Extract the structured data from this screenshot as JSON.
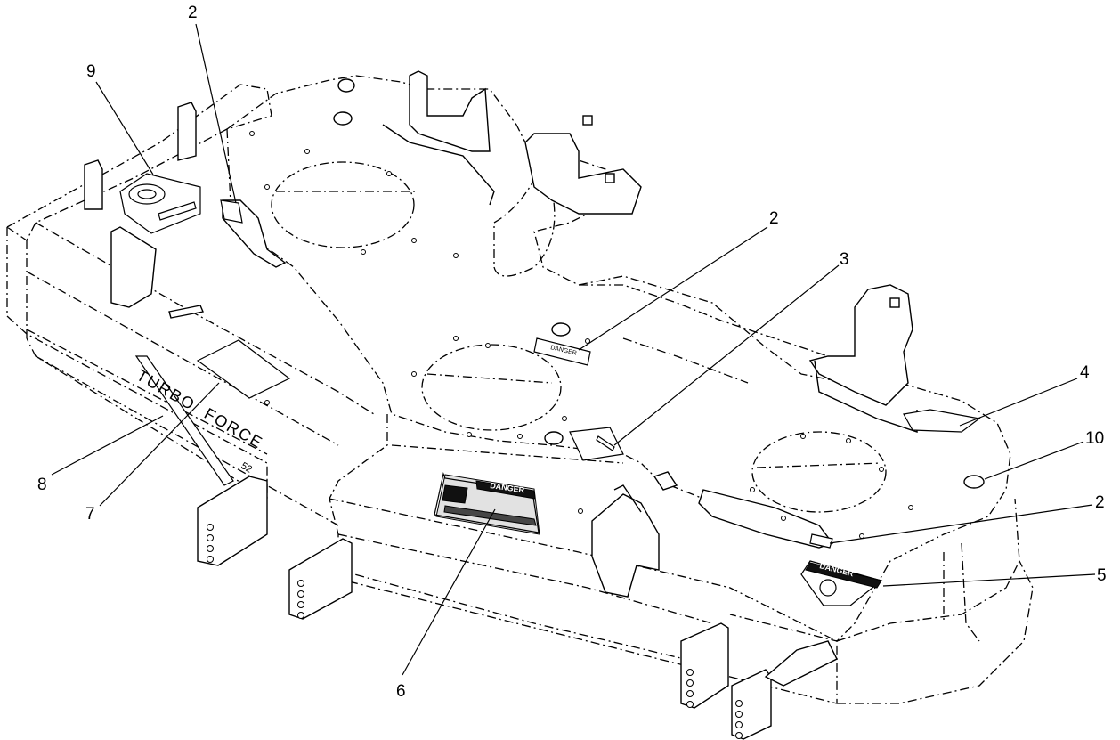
{
  "diagram": {
    "callouts": [
      {
        "id": "c2a",
        "label": "2"
      },
      {
        "id": "c9",
        "label": "9"
      },
      {
        "id": "c2b",
        "label": "2"
      },
      {
        "id": "c3",
        "label": "3"
      },
      {
        "id": "c4",
        "label": "4"
      },
      {
        "id": "c10",
        "label": "10"
      },
      {
        "id": "c2c",
        "label": "2"
      },
      {
        "id": "c5",
        "label": "5"
      },
      {
        "id": "c6",
        "label": "6"
      },
      {
        "id": "c7",
        "label": "7"
      },
      {
        "id": "c8",
        "label": "8"
      }
    ],
    "decals": {
      "deck_brand_line1": "TURBO",
      "deck_brand_line2": "FORCE",
      "deck_size": "52",
      "danger_small": "DANGER",
      "danger_main": "DANGER",
      "danger_side": "DANGER"
    }
  }
}
